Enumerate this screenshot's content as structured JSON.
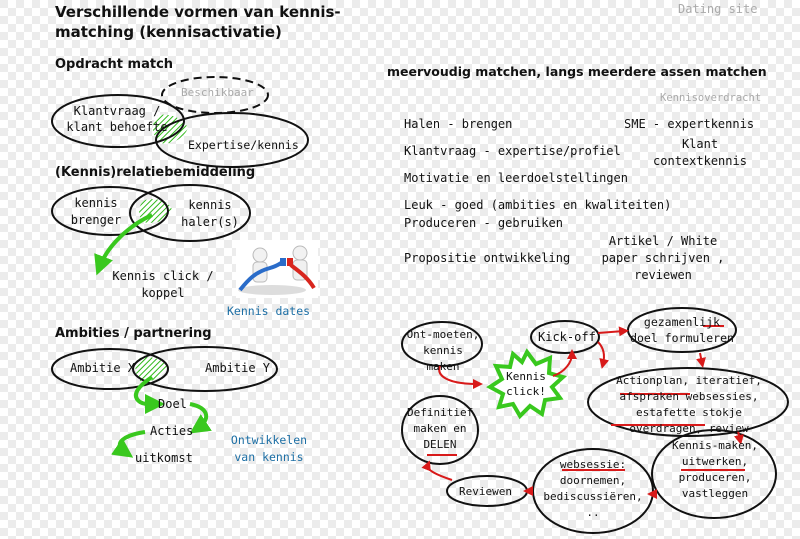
{
  "header": {
    "title": "Verschillende vormen van kennis-matching (kennisactivatie)",
    "watermark": "Dating site"
  },
  "section_opdracht": {
    "heading": "Opdracht match",
    "beschikbaar": "Beschikbaar",
    "klantvraag": "Klantvraag / klant behoefte",
    "expertise": "Expertise/kennis"
  },
  "section_relatie": {
    "heading": "(Kennis)relatiebemiddeling",
    "brenger": "kennis brenger",
    "haler": "kennis haler(s)",
    "click": "Kennis click / koppel",
    "dates": "Kennis dates"
  },
  "section_ambities": {
    "heading": "Ambities / partnering",
    "ambitie_x": "Ambitie X",
    "ambitie_y": "Ambitie Y",
    "steps": [
      "Doel",
      "Acties",
      "uitkomst"
    ],
    "ontwikkelen": "Ontwikkelen van kennis"
  },
  "right": {
    "heading": "meervoudig matchen, langs meerdere assen matchen",
    "kennisoverdracht": "Kennisoverdracht",
    "left_items": [
      "Halen - brengen",
      "Klantvraag - expertise/profiel",
      "Motivatie en leerdoelstellingen",
      "Leuk - goed (ambities en kwaliteiten)",
      "Produceren - gebruiken",
      "Propositie ontwikkeling"
    ],
    "sme": "SME - expertkennis",
    "klant_context": "Klant contextkennis",
    "artikel": "Artikel / White paper schrijven , reviewen"
  },
  "cycle": {
    "ontmoeten": "Ont-moeten, kennis maken",
    "kickoff": "Kick-off",
    "gezamenlijk": "gezamenlijk doel formuleren",
    "kennis_click": "Kennis click!",
    "actionplan": "Actionplan, iteratief, afspraken websessies, estafette stokje overdragen, review",
    "definitief": "Definitief maken en DELEN",
    "kennismaken": "Kennis-maken, uitwerken, produceren, vastleggen",
    "reviewen": "Reviewen",
    "websessie": "websessie: doornemen, bediscussiëren, .."
  },
  "colors": {
    "green": "#39c81e",
    "red": "#d81a1a",
    "blue": "#1d6fa5",
    "gray": "#aaaaaa"
  }
}
